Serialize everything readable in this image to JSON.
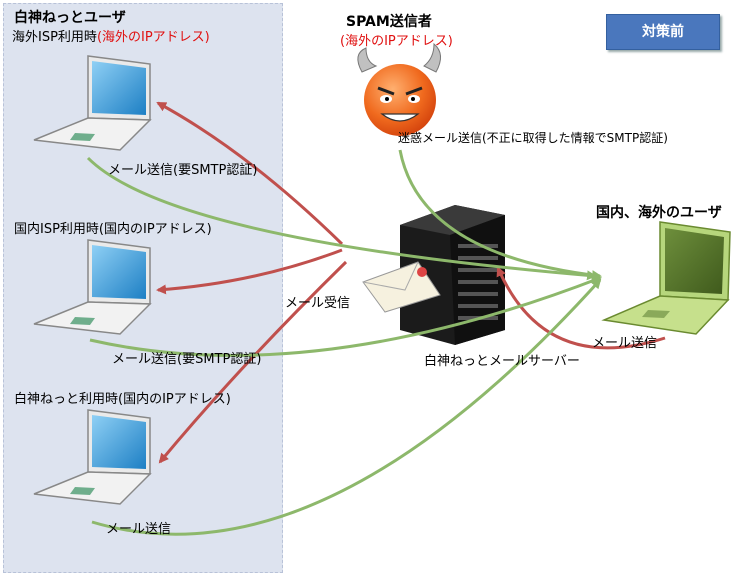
{
  "badge": "対策前",
  "left_panel": {
    "title": "白神ねっとユーザ",
    "overseas": {
      "label": "海外ISP利用時",
      "ip": "(海外のIPアドレス)"
    },
    "domestic": "国内ISP利用時(国内のIPアドレス)",
    "shirakami": "白神ねっと利用時(国内のIPアドレス)"
  },
  "spammer": {
    "title": "SPAM送信者",
    "ip": "(海外のIPアドレス)",
    "action": "迷惑メール送信(不正に取得した情報でSMTP認証)"
  },
  "right_user": {
    "title": "国内、海外のユーザ",
    "action": "メール送信"
  },
  "server": {
    "label": "白神ねっとメールサーバー"
  },
  "flows": {
    "send_auth_1": "メール送信(要SMTP認証)",
    "receive": "メール受信",
    "send_auth_2": "メール送信(要SMTP認証)",
    "send_plain": "メール送信"
  },
  "colors": {
    "send": "#8db86b",
    "receive": "#c0504d",
    "badge": "#4a77bd",
    "panel": "#dde3ef",
    "emphasis": "#e01010"
  }
}
